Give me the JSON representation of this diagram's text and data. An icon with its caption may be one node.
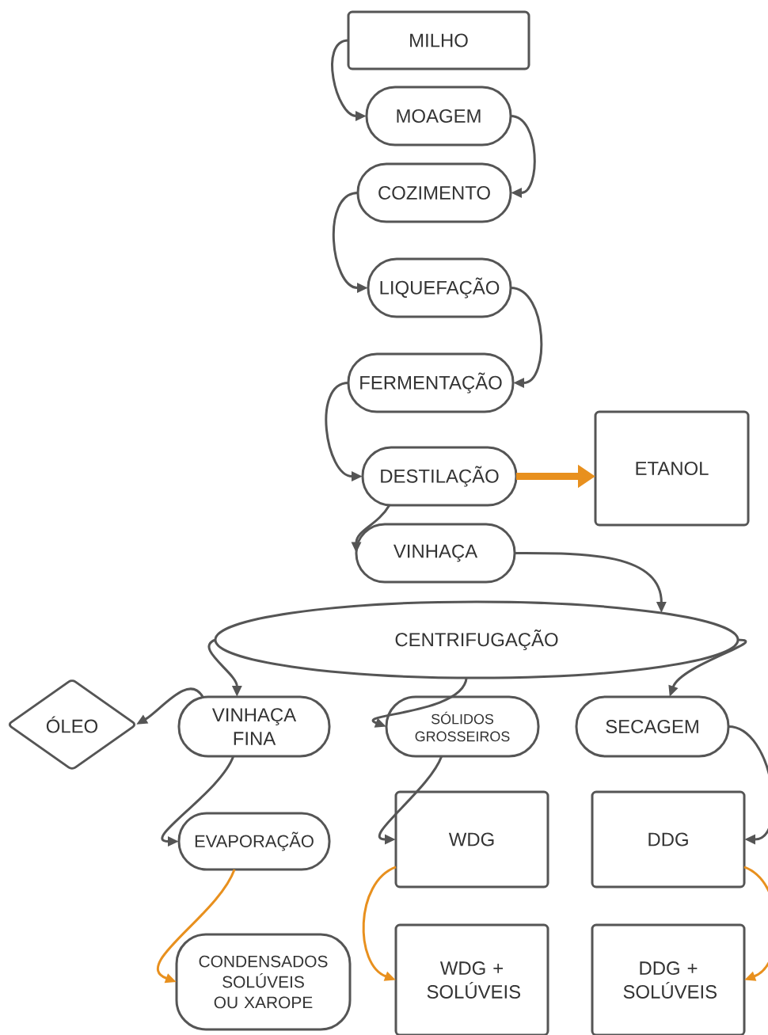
{
  "diagram": {
    "nodes": [
      {
        "text": [
          "MILHO"
        ]
      },
      {
        "text": [
          "MOAGEM"
        ]
      },
      {
        "text": [
          "COZIMENTO"
        ]
      },
      {
        "text": [
          "LIQUEFAÇÃO"
        ]
      },
      {
        "text": [
          "FERMENTAÇÃO"
        ]
      },
      {
        "text": [
          "DESTILAÇÃO"
        ]
      },
      {
        "text": [
          "ETANOL"
        ]
      },
      {
        "text": [
          "VINHAÇA"
        ]
      },
      {
        "text": [
          "CENTRIFUGAÇÃO"
        ]
      },
      {
        "text": [
          "ÓLEO"
        ]
      },
      {
        "text": [
          "VINHAÇA FINA"
        ]
      },
      {
        "text": [
          "SÓLIDOS GROSSEIROS"
        ]
      },
      {
        "text": [
          "SECAGEM"
        ]
      },
      {
        "text": [
          "EVAPORAÇÃO"
        ]
      },
      {
        "text": [
          "CONDENSADOS SOLÚVEIS OU XAROPE"
        ]
      },
      {
        "text": [
          "WDG"
        ]
      },
      {
        "text": [
          "DDG"
        ]
      },
      {
        "text": [
          "WDG + SOLÚVEIS"
        ]
      },
      {
        "text": [
          "DDG + SOLÚVEIS"
        ]
      }
    ],
    "edges": [
      {
        "from": 0,
        "to": 1,
        "arrow": "to"
      },
      {
        "from": 1,
        "to": 2,
        "arrow": "to"
      },
      {
        "from": 2,
        "to": 3,
        "arrow": "to"
      },
      {
        "from": 3,
        "to": 4,
        "arrow": "to"
      },
      {
        "from": 4,
        "to": 5,
        "arrow": "to"
      },
      {
        "from": 5,
        "to": 6,
        "arrow": "to",
        "style": "thick",
        "color": "#e8901e"
      },
      {
        "from": 5,
        "to": 7,
        "arrow": "to"
      },
      {
        "from": 7,
        "to": 8,
        "arrow": "to"
      },
      {
        "from": 8,
        "to": 10,
        "arrow": "to"
      },
      {
        "from": 8,
        "to": 11,
        "arrow": "to"
      },
      {
        "from": 8,
        "to": 12,
        "arrow": "to"
      },
      {
        "from": 10,
        "to": 9,
        "arrow": "to"
      },
      {
        "from": 10,
        "to": 13,
        "arrow": "to"
      },
      {
        "from": 11,
        "to": 15,
        "arrow": "to"
      },
      {
        "from": 12,
        "to": 16,
        "arrow": "to"
      },
      {
        "from": 13,
        "to": 14,
        "arrow": "to",
        "color": "#e8901e"
      },
      {
        "from": 15,
        "to": 17,
        "arrow": "to",
        "color": "#e8901e"
      },
      {
        "from": 16,
        "to": 18,
        "arrow": "to",
        "color": "#e8901e"
      }
    ]
  }
}
